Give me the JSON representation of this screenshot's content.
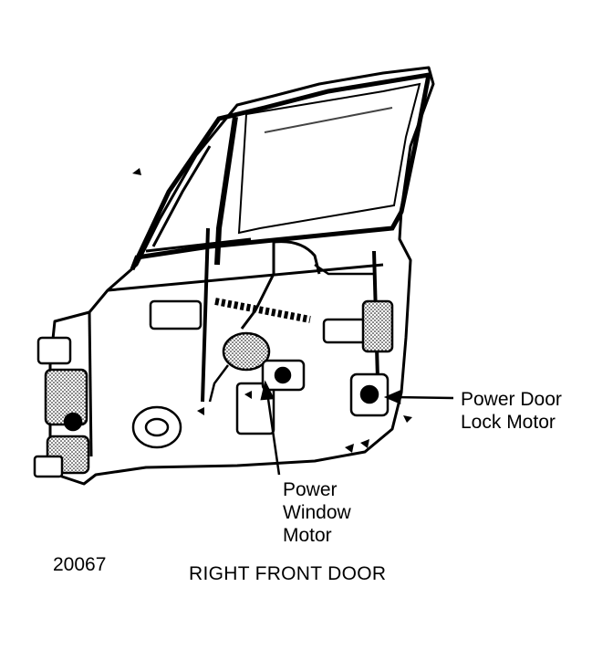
{
  "figure_number": "20067",
  "caption": "RIGHT FRONT DOOR",
  "callouts": {
    "power_door_lock_motor": {
      "line1": "Power Door",
      "line2": "Lock Motor"
    },
    "power_window_motor": {
      "line1": "Power",
      "line2": "Window",
      "line3": "Motor"
    }
  }
}
